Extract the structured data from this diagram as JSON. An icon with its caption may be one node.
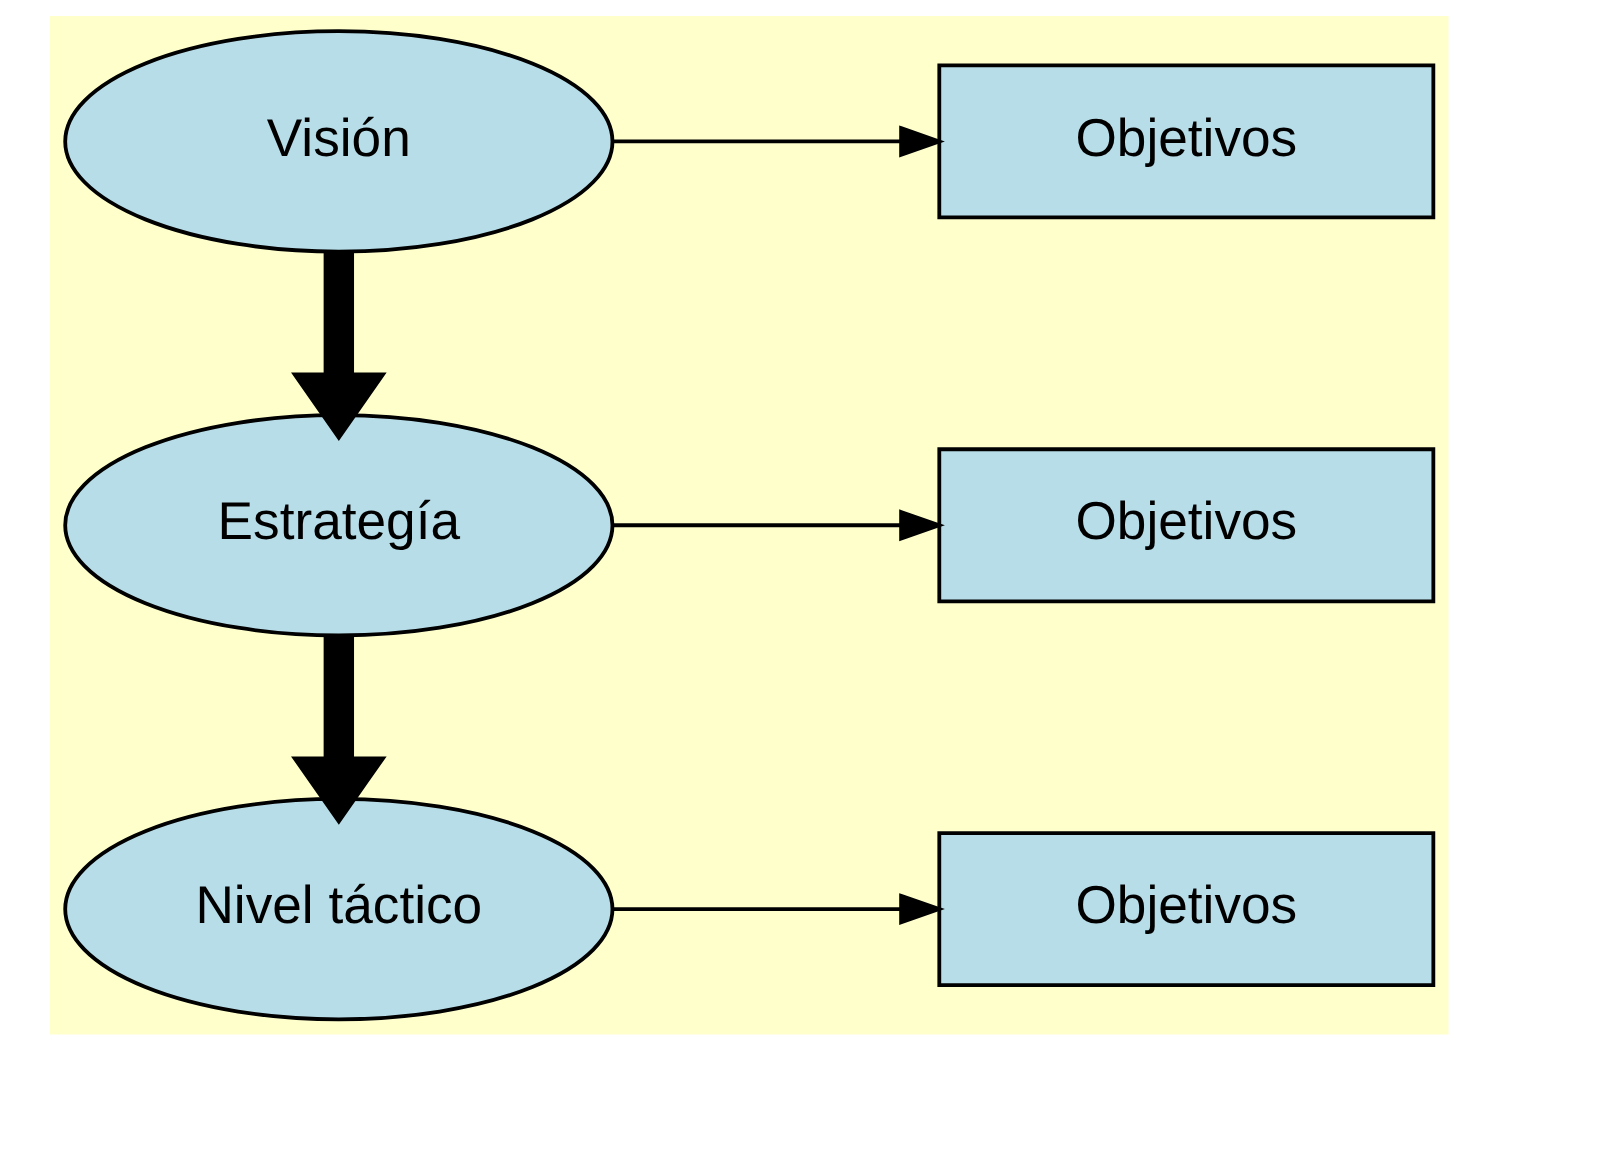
{
  "diagram": {
    "nodes": [
      {
        "text": [
          "Visión"
        ]
      },
      {
        "text": [
          "Objetivos"
        ]
      },
      {
        "text": [
          "Estrategía"
        ]
      },
      {
        "text": [
          "Objetivos"
        ]
      },
      {
        "text": [
          "Nivel táctico"
        ]
      },
      {
        "text": [
          "Objetivos"
        ]
      }
    ],
    "edges": [
      {
        "from": 0,
        "to": 1,
        "arrow": "to"
      },
      {
        "from": 0,
        "to": 2,
        "arrow": "to",
        "style": "thick"
      },
      {
        "from": 2,
        "to": 3,
        "arrow": "to"
      },
      {
        "from": 2,
        "to": 4,
        "arrow": "to",
        "style": "thick"
      },
      {
        "from": 4,
        "to": 5,
        "arrow": "to"
      }
    ]
  }
}
